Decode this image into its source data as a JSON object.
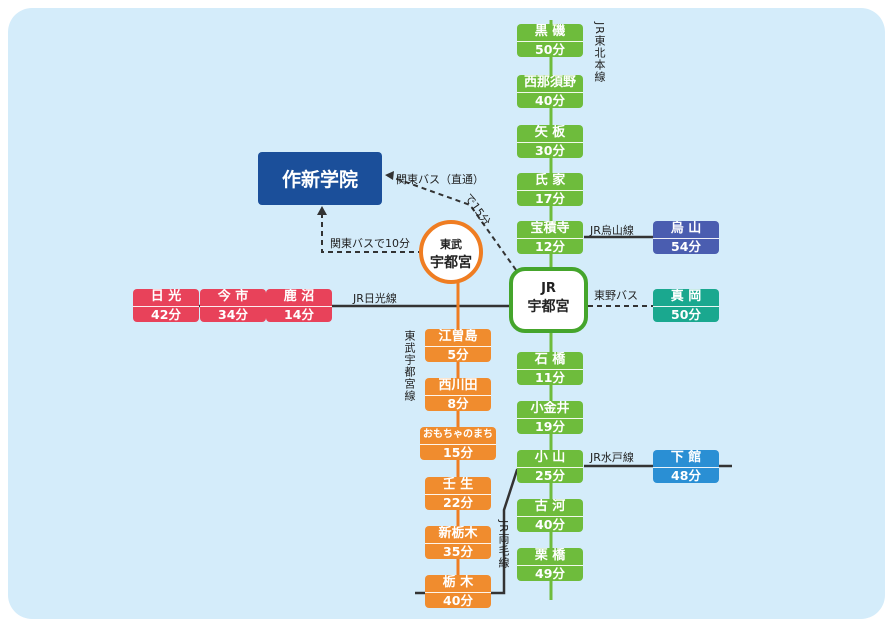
{
  "school": "作新学院",
  "hubs": {
    "tobu": {
      "line1": "東武",
      "line2": "宇都宮"
    },
    "jr": {
      "line1": "JR",
      "line2": "宇都宮"
    }
  },
  "colors": {
    "jr_tohoku": "#6ebc3c",
    "tobu_utsunomiya": "#f08c2e",
    "jr_nikko": "#e8425a",
    "jr_karasuyama": "#4a5db0",
    "toya_bus": "#1aa88f",
    "jr_mito": "#2a8fd4",
    "school": "#1b4f9a",
    "background": "#d4ecfa"
  },
  "stations": {
    "kuroiso": {
      "name": "黒 磯",
      "time": "50分"
    },
    "nishinasuno": {
      "name": "西那須野",
      "time": "40分"
    },
    "yaita": {
      "name": "矢 板",
      "time": "30分"
    },
    "ujiie": {
      "name": "氏 家",
      "time": "17分"
    },
    "hoshakuji": {
      "name": "宝積寺",
      "time": "12分"
    },
    "ishibashi": {
      "name": "石 橋",
      "time": "11分"
    },
    "koganei": {
      "name": "小金井",
      "time": "19分"
    },
    "oyama": {
      "name": "小 山",
      "time": "25分"
    },
    "koga": {
      "name": "古 河",
      "time": "40分"
    },
    "kurihashi": {
      "name": "栗 橋",
      "time": "49分"
    },
    "karasuyama": {
      "name": "烏 山",
      "time": "54分"
    },
    "moka": {
      "name": "真 岡",
      "time": "50分"
    },
    "shimodate": {
      "name": "下 館",
      "time": "48分"
    },
    "nikko": {
      "name": "日 光",
      "time": "42分"
    },
    "imaichi": {
      "name": "今 市",
      "time": "34分"
    },
    "kanuma": {
      "name": "鹿 沼",
      "time": "14分"
    },
    "esojima": {
      "name": "江曽島",
      "time": "5分"
    },
    "nishikawada": {
      "name": "西川田",
      "time": "8分"
    },
    "omochanomachi": {
      "name": "おもちゃのまち",
      "time": "15分"
    },
    "mibu": {
      "name": "壬 生",
      "time": "22分"
    },
    "shintochigi": {
      "name": "新栃木",
      "time": "35分"
    },
    "tochigi": {
      "name": "栃 木",
      "time": "40分"
    }
  },
  "labels": {
    "jr_tohoku": "JR東北本線",
    "jr_karasuyama": "JR烏山線",
    "toya_bus": "東野バス",
    "jr_nikko": "JR日光線",
    "jr_mito": "JR水戸線",
    "jr_ryomo": "JR両毛線",
    "tobu_line": "東武宇都宮線",
    "kanto_bus_direct": "関東バス（直通）",
    "kanto_bus_direct_time": "で15分",
    "kanto_bus_10": "関東バスで10分"
  }
}
